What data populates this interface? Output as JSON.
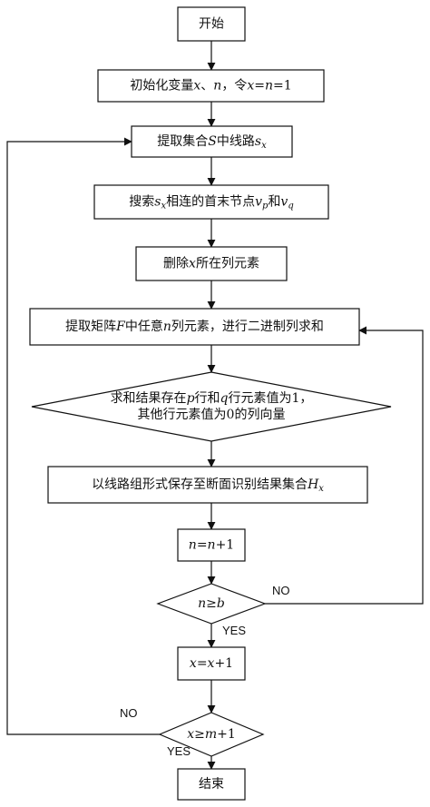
{
  "flowchart": {
    "nodes": [
      {
        "id": "start",
        "shape": "rect",
        "lines": [
          [
            {
              "t": "开始"
            }
          ]
        ]
      },
      {
        "id": "init",
        "shape": "rect",
        "lines": [
          [
            {
              "t": "初始化变量"
            },
            {
              "t": "x",
              "i": true
            },
            {
              "t": "、"
            },
            {
              "t": "n",
              "i": true
            },
            {
              "t": "，令"
            },
            {
              "t": "x",
              "i": true
            },
            {
              "t": "="
            },
            {
              "t": "n",
              "i": true
            },
            {
              "t": "=1"
            }
          ]
        ]
      },
      {
        "id": "extract-line",
        "shape": "rect",
        "lines": [
          [
            {
              "t": "提取集合"
            },
            {
              "t": "S",
              "i": true
            },
            {
              "t": "中线路"
            },
            {
              "t": "s",
              "i": true
            },
            {
              "t": "x",
              "i": true,
              "sub": true
            }
          ]
        ]
      },
      {
        "id": "search-nodes",
        "shape": "rect",
        "lines": [
          [
            {
              "t": "搜索"
            },
            {
              "t": "s",
              "i": true
            },
            {
              "t": "x",
              "i": true,
              "sub": true
            },
            {
              "t": "相连的首末节点"
            },
            {
              "t": "v",
              "i": true
            },
            {
              "t": "p",
              "i": true,
              "sub": true
            },
            {
              "t": "和"
            },
            {
              "t": "v",
              "i": true
            },
            {
              "t": "q",
              "i": true,
              "sub": true
            }
          ]
        ]
      },
      {
        "id": "delete-column",
        "shape": "rect",
        "lines": [
          [
            {
              "t": "删除"
            },
            {
              "t": "x",
              "i": true
            },
            {
              "t": "所在列元素"
            }
          ]
        ]
      },
      {
        "id": "binary-sum",
        "shape": "rect",
        "lines": [
          [
            {
              "t": "提取矩阵"
            },
            {
              "t": "F",
              "i": true
            },
            {
              "t": "中任意"
            },
            {
              "t": "n",
              "i": true
            },
            {
              "t": "列元素，进行二进制列求和"
            }
          ]
        ]
      },
      {
        "id": "check-result",
        "shape": "diamond",
        "lines": [
          [
            {
              "t": "求和结果存在"
            },
            {
              "t": "p",
              "i": true
            },
            {
              "t": "行和"
            },
            {
              "t": "q",
              "i": true
            },
            {
              "t": "行元素值为1，"
            }
          ],
          [
            {
              "t": "其他行元素值为0的列向量"
            }
          ]
        ]
      },
      {
        "id": "save-result",
        "shape": "rect",
        "lines": [
          [
            {
              "t": "以线路组形式保存至断面识别结果集合"
            },
            {
              "t": "H",
              "i": true
            },
            {
              "t": "x",
              "i": true,
              "sub": true
            }
          ]
        ]
      },
      {
        "id": "increment-n",
        "shape": "rect",
        "lines": [
          [
            {
              "t": "n",
              "i": true
            },
            {
              "t": "="
            },
            {
              "t": "n",
              "i": true
            },
            {
              "t": "+1"
            }
          ]
        ]
      },
      {
        "id": "check-n",
        "shape": "diamond",
        "lines": [
          [
            {
              "t": "n",
              "i": true
            },
            {
              "t": "≥"
            },
            {
              "t": "b",
              "i": true
            }
          ]
        ]
      },
      {
        "id": "increment-x",
        "shape": "rect",
        "lines": [
          [
            {
              "t": "x",
              "i": true
            },
            {
              "t": "="
            },
            {
              "t": "x",
              "i": true
            },
            {
              "t": "+1"
            }
          ]
        ]
      },
      {
        "id": "check-x",
        "shape": "diamond",
        "lines": [
          [
            {
              "t": "x",
              "i": true
            },
            {
              "t": "≥"
            },
            {
              "t": "m",
              "i": true
            },
            {
              "t": "+1"
            }
          ]
        ]
      },
      {
        "id": "end",
        "shape": "rect",
        "lines": [
          [
            {
              "t": "结束"
            }
          ]
        ]
      }
    ],
    "edge_labels": {
      "check_n_no": "NO",
      "check_n_yes": "YES",
      "check_x_no": "NO",
      "check_x_yes": "YES"
    }
  }
}
